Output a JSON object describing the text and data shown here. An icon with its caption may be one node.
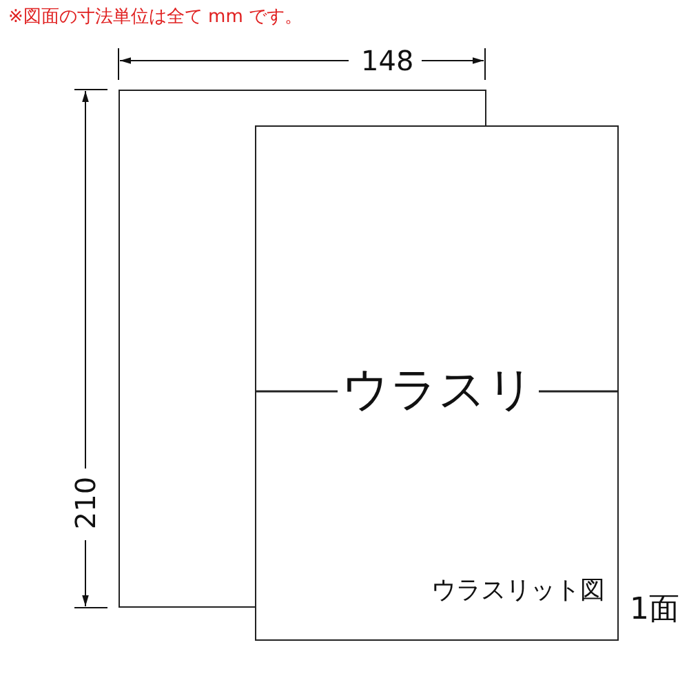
{
  "diagram": {
    "nodes": [
      {
        "text": [],
        "shape": "box"
      },
      {
        "text": [
          "ウラスリ",
          "ウラスリット図"
        ],
        "beside": [
          "1面"
        ]
      }
    ],
    "labels": [
      "※図面の寸法単位は全て mm です。",
      "148",
      "210"
    ]
  }
}
